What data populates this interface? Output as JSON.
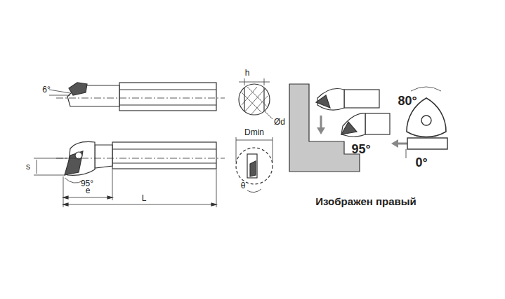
{
  "diagram": {
    "labels": [
      "6°",
      "h",
      "Ød",
      "Dmin",
      "s",
      "95°",
      "e",
      "L",
      "θ",
      "80°",
      "95°",
      "0°",
      "Изображен правый"
    ]
  }
}
